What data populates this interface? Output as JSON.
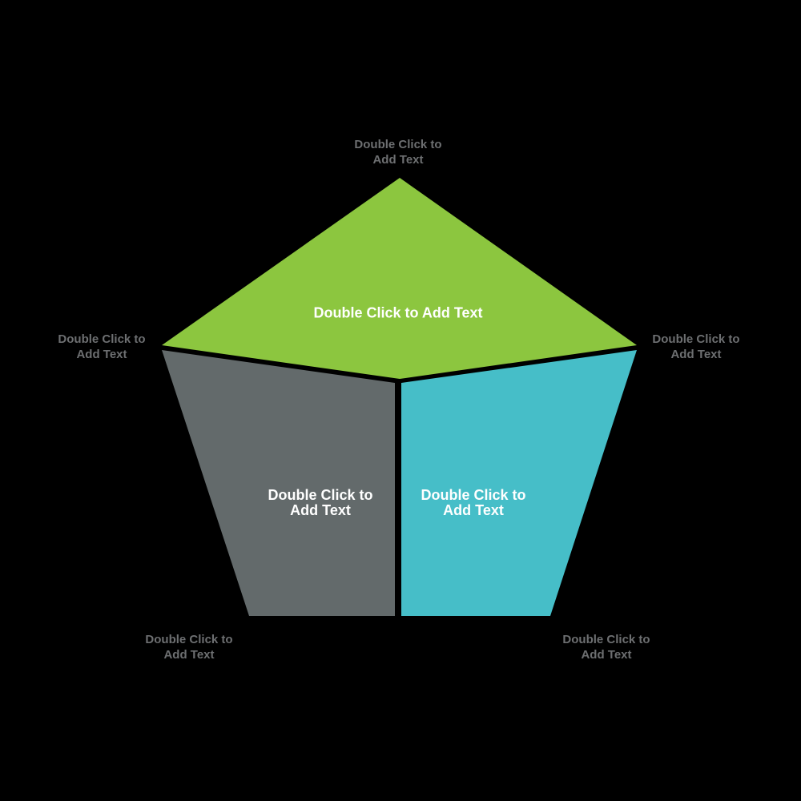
{
  "diagram": {
    "type": "pentagon-3-segment-placeholder",
    "colors": {
      "background": "#000000",
      "inner_label": "#FFFFFF",
      "outer_label": "#6D6F71"
    },
    "segments": {
      "top": {
        "name": "top segment",
        "fill": "#8CC63F",
        "label_line1": "Double Click to Add Text"
      },
      "bottom_left": {
        "name": "bottom left segment",
        "fill": "#636A6B",
        "label_line1": "Double Click to",
        "label_line2": "Add Text"
      },
      "bottom_right": {
        "name": "bottom right segment",
        "fill": "#46BEC8",
        "label_line1": "Double Click to",
        "label_line2": "Add Text"
      }
    },
    "outer_labels": {
      "top": {
        "line1": "Double Click to",
        "line2": "Add Text"
      },
      "left": {
        "line1": "Double Click to",
        "line2": "Add Text"
      },
      "right": {
        "line1": "Double Click to",
        "line2": "Add Text"
      },
      "bottom_left": {
        "line1": "Double Click to",
        "line2": "Add Text"
      },
      "bottom_right": {
        "line1": "Double Click to",
        "line2": "Add Text"
      }
    }
  }
}
